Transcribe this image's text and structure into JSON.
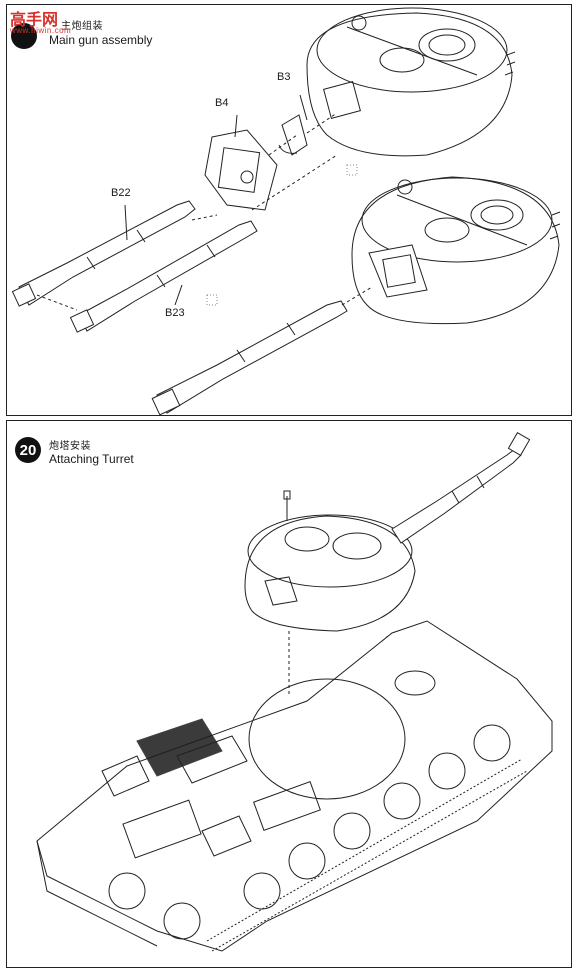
{
  "watermark": {
    "brand": "高手网",
    "sub": "www.hiwin.com"
  },
  "step19": {
    "title_zh": "主炮组装",
    "title_en": "Main gun assembly",
    "parts": [
      "B3",
      "B4",
      "B22",
      "B23"
    ]
  },
  "step20": {
    "number": "20",
    "title_zh": "炮塔安装",
    "title_en": "Attaching Turret"
  }
}
